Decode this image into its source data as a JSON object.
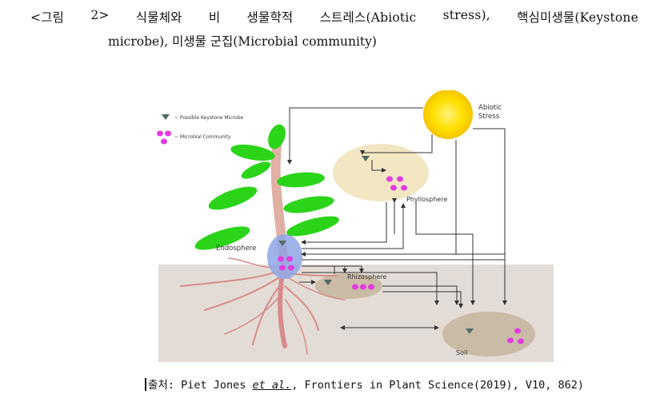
{
  "caption": {
    "words": [
      "<그림",
      "2>",
      "식물체와",
      "비",
      "생물학적",
      "스트레스(Abiotic",
      "stress),",
      "핵심미생물(Keystone"
    ],
    "line2": "microbe), 미생물 군집(Microbial community)"
  },
  "figure": {
    "legend_keystone": "~ Possible Keystone Microbe",
    "legend_community": "~ Microbial Community",
    "abiotic_line1": "Abiotic",
    "abiotic_line2": "Stress",
    "phyllosphere": "Phyllosphere",
    "endosphere": "Endosphere",
    "rhizosphere": "Rhizosphere",
    "soil": "Soil",
    "colors": {
      "leaf": "#2bd418",
      "sun": "#ffe000",
      "phyllo_bg": "#f2e6c3",
      "soil_bg": "#e3dcd6",
      "microbe": "#e23be0",
      "keystone": "#4f6a63",
      "endo_blue": "#8ea6e6",
      "root": "#d88a8a"
    }
  },
  "source": {
    "prefix": "출처: Piet Jones ",
    "italic": "et al.",
    "suffix": ", Frontiers in Plant Science(2019), V10, 862)"
  }
}
